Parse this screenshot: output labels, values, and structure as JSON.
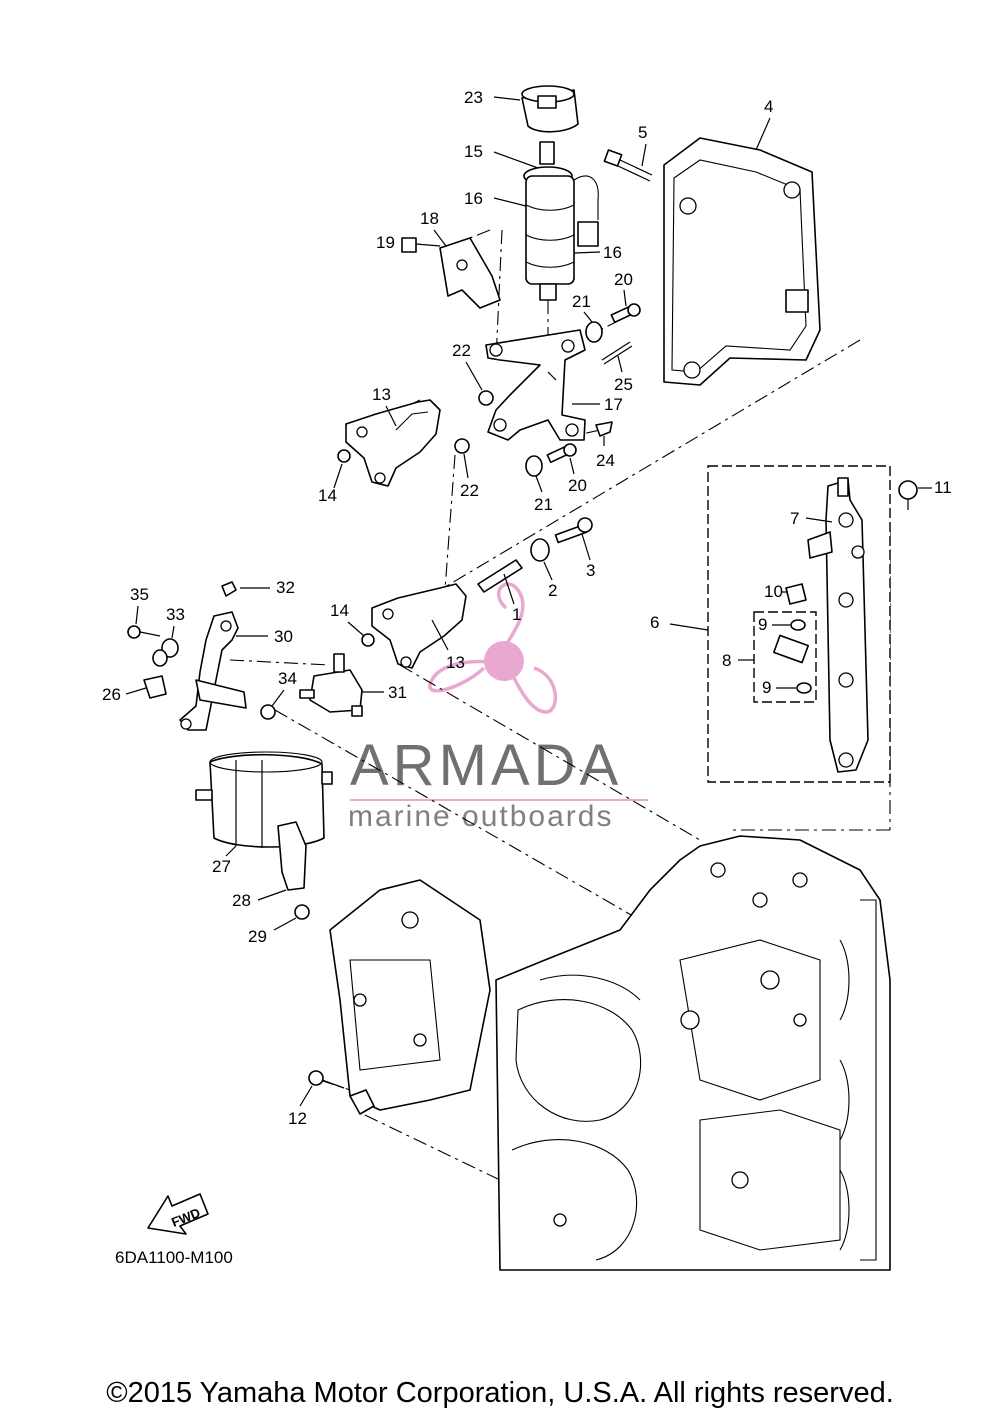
{
  "callouts": [
    {
      "id": "23",
      "label": "23"
    },
    {
      "id": "15",
      "label": "15"
    },
    {
      "id": "16a",
      "label": "16"
    },
    {
      "id": "16b",
      "label": "16"
    },
    {
      "id": "5",
      "label": "5"
    },
    {
      "id": "4",
      "label": "4"
    },
    {
      "id": "18",
      "label": "18"
    },
    {
      "id": "19",
      "label": "19"
    },
    {
      "id": "20a",
      "label": "20"
    },
    {
      "id": "21a",
      "label": "21"
    },
    {
      "id": "22a",
      "label": "22"
    },
    {
      "id": "25",
      "label": "25"
    },
    {
      "id": "17",
      "label": "17"
    },
    {
      "id": "13a",
      "label": "13"
    },
    {
      "id": "14a",
      "label": "14"
    },
    {
      "id": "24",
      "label": "24"
    },
    {
      "id": "22b",
      "label": "22"
    },
    {
      "id": "21b",
      "label": "21"
    },
    {
      "id": "20b",
      "label": "20"
    },
    {
      "id": "11",
      "label": "11"
    },
    {
      "id": "7",
      "label": "7"
    },
    {
      "id": "3",
      "label": "3"
    },
    {
      "id": "2",
      "label": "2"
    },
    {
      "id": "1",
      "label": "1"
    },
    {
      "id": "10",
      "label": "10"
    },
    {
      "id": "6",
      "label": "6"
    },
    {
      "id": "9a",
      "label": "9"
    },
    {
      "id": "8",
      "label": "8"
    },
    {
      "id": "9b",
      "label": "9"
    },
    {
      "id": "35",
      "label": "35"
    },
    {
      "id": "32",
      "label": "32"
    },
    {
      "id": "33",
      "label": "33"
    },
    {
      "id": "30",
      "label": "30"
    },
    {
      "id": "14b",
      "label": "14"
    },
    {
      "id": "13b",
      "label": "13"
    },
    {
      "id": "26",
      "label": "26"
    },
    {
      "id": "34",
      "label": "34"
    },
    {
      "id": "31",
      "label": "31"
    },
    {
      "id": "27",
      "label": "27"
    },
    {
      "id": "28",
      "label": "28"
    },
    {
      "id": "29",
      "label": "29"
    },
    {
      "id": "12",
      "label": "12"
    }
  ],
  "watermark": {
    "name": "ARMADA",
    "tagline": "marine outboards",
    "accent": "#e8a8cf",
    "text_color": "#707070"
  },
  "fwd_label": "FWD",
  "diagram_code": "6DA1100-M100",
  "copyright": "©2015 Yamaha Motor Corporation, U.S.A. All rights reserved."
}
